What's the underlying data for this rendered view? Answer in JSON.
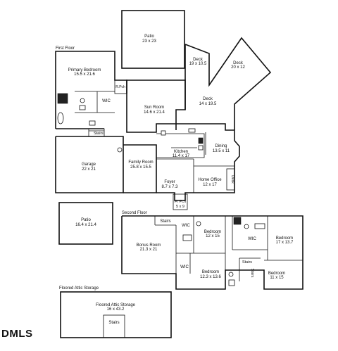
{
  "sections": {
    "first_floor": "First Floor",
    "second_floor": "Second Floor",
    "attic": "Floored Attic Storage"
  },
  "rooms": {
    "patio_top": {
      "name": "Patio",
      "dim": "23 x 23"
    },
    "primary_bedroom": {
      "name": "Primary Bedroom",
      "dim": "15.5 x 21.6"
    },
    "r_pch": {
      "name": "R.Pch"
    },
    "wic_first": {
      "name": "WIC"
    },
    "sun_room": {
      "name": "Sun Room",
      "dim": "14.6 x 21.4"
    },
    "deck_a": {
      "name": "Deck",
      "dim": "19 x 10.5"
    },
    "deck_b": {
      "name": "Deck",
      "dim": "20 x 12"
    },
    "deck_c": {
      "name": "Deck",
      "dim": "14 x 19.5"
    },
    "stairs_first": {
      "name": "Stairs"
    },
    "dining": {
      "name": "Dining",
      "dim": "13.5 x 11"
    },
    "kitchen": {
      "name": "Kitchen",
      "dim": "11.4 x 17"
    },
    "garage": {
      "name": "Garage",
      "dim": "22 x 21"
    },
    "family_room": {
      "name": "Family Room",
      "dim": "25.8 x 15.5"
    },
    "foyer": {
      "name": "Foyer",
      "dim": "8.7 x 7.3"
    },
    "home_office": {
      "name": "Home Office",
      "dim": "12 x 17"
    },
    "desk": {
      "name": "Desk"
    },
    "fr_pch": {
      "name": "Fr Pch",
      "dim": "5 x 9"
    },
    "patio_left": {
      "name": "Patio",
      "dim": "16.4 x 21.4"
    },
    "stairs_second": {
      "name": "Stairs"
    },
    "wic_second_a": {
      "name": "WIC"
    },
    "bedroom_a": {
      "name": "Bedroom",
      "dim": "12 x 15"
    },
    "wic_second_b": {
      "name": "WIC"
    },
    "bedroom_b": {
      "name": "Bedroom",
      "dim": "17 x 13.7"
    },
    "bonus_room": {
      "name": "Bonus Room",
      "dim": "21.3 x 21"
    },
    "stairs_small": {
      "name": "Stairs"
    },
    "stairs_vertical": {
      "name": "Stairs"
    },
    "wic_second_c": {
      "name": "WIC"
    },
    "bedroom_c": {
      "name": "Bedroom",
      "dim": "12.3 x 13.6"
    },
    "bedroom_d": {
      "name": "Bedroom",
      "dim": "11 x 15"
    },
    "attic_storage": {
      "name": "Floored Attic Storage",
      "dim": "16 x 43.2"
    },
    "stairs_attic": {
      "name": "Stairs"
    }
  },
  "watermark": "DMLS"
}
